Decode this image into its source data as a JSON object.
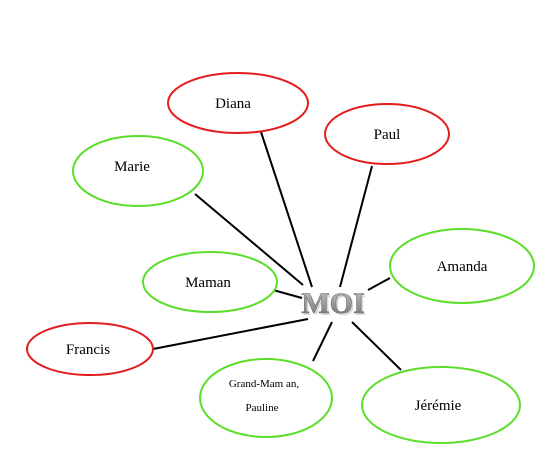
{
  "center": {
    "label": "MOI"
  },
  "colors": {
    "red": "#e31c1c",
    "green": "#5bde2a",
    "line": "#000000",
    "center_text": "#8c8c8c"
  },
  "nodes": {
    "diana": {
      "label": "Diana",
      "color": "red"
    },
    "paul": {
      "label": "Paul",
      "color": "red"
    },
    "marie": {
      "label": "Marie",
      "color": "green"
    },
    "amanda": {
      "label": "Amanda",
      "color": "green"
    },
    "maman": {
      "label": "Maman",
      "color": "green"
    },
    "francis": {
      "label": "Francis",
      "color": "red"
    },
    "grand_maman": {
      "label_line1": "Grand-Mam an,",
      "label_line2": "Pauline",
      "color": "green"
    },
    "jeremie": {
      "label": "Jérémie",
      "color": "green"
    }
  }
}
